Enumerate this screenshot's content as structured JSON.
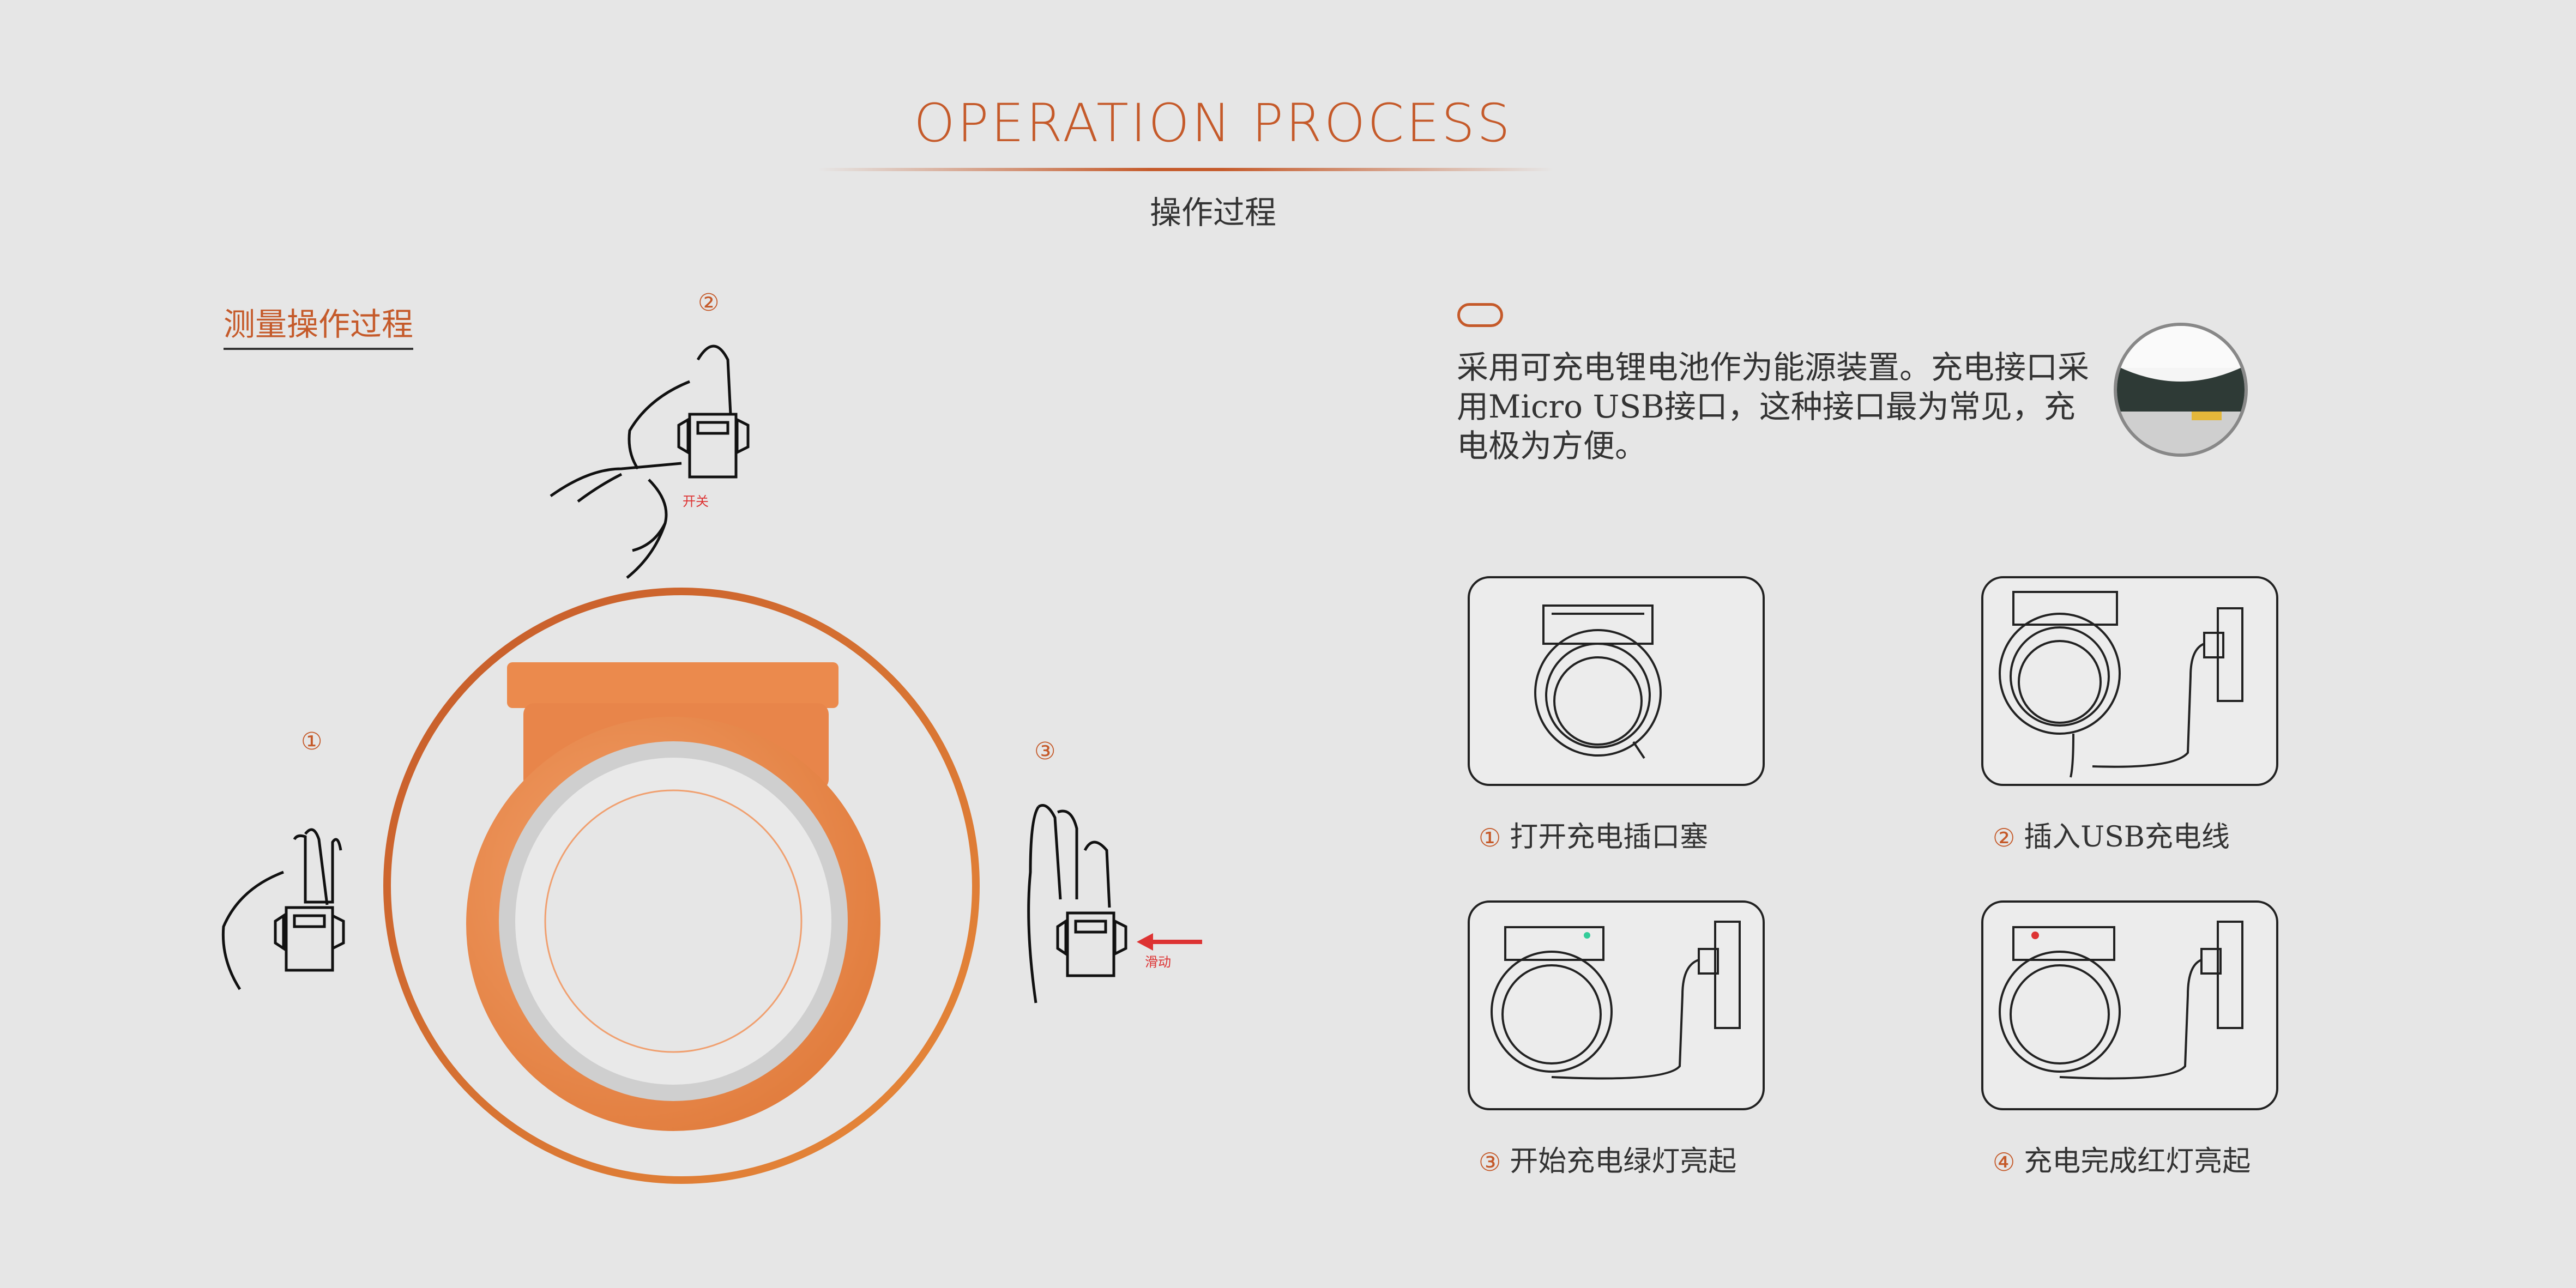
{
  "header": {
    "title": "OPERATION  PROCESS",
    "subtitle": "操作过程"
  },
  "measure": {
    "label": "测量操作过程",
    "steps": [
      {
        "num": "①"
      },
      {
        "num": "②",
        "tag": "开关"
      },
      {
        "num": "③",
        "tag": "滑动"
      }
    ]
  },
  "charging": {
    "description": "采用可充电锂电池作为能源装置。充电接口采用Micro USB接口，这种接口最为常见，充电极为方便。",
    "steps": [
      {
        "num": "①",
        "label": "打开充电插口塞"
      },
      {
        "num": "②",
        "label": "插入USB充电线"
      },
      {
        "num": "③",
        "label": "开始充电绿灯亮起"
      },
      {
        "num": "④",
        "label": "充电完成红灯亮起"
      }
    ]
  },
  "colors": {
    "accent": "#c55a2a",
    "device_orange": "#eb8a4d",
    "background": "#e6e6e6"
  }
}
